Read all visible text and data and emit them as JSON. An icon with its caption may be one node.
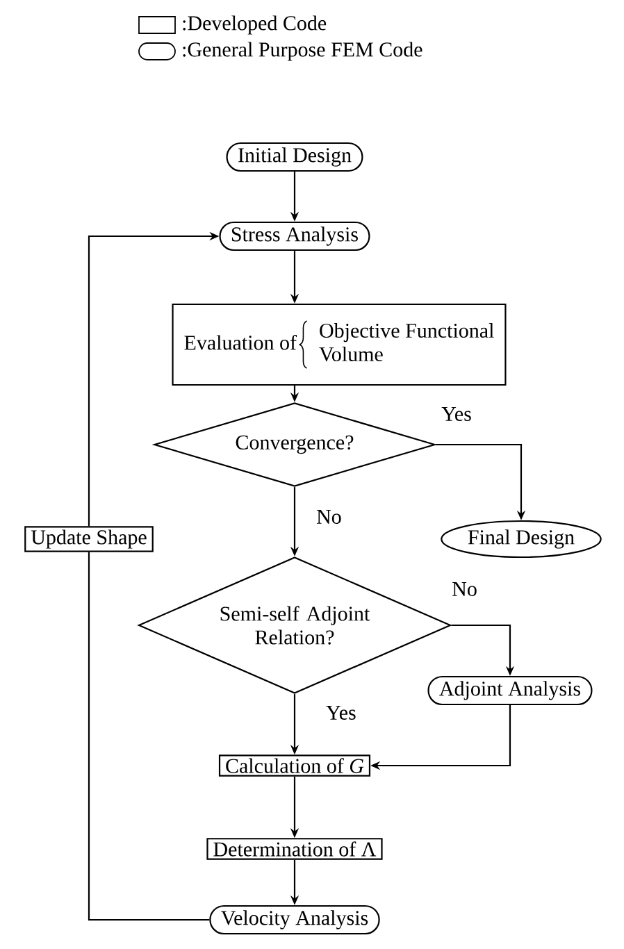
{
  "diagram": {
    "nodes": [
      {
        "text": [
          "Initial Design"
        ]
      },
      {
        "text": [
          "Stress Analysis"
        ]
      },
      {
        "text": [
          "Evaluation of",
          "Objective Functional",
          "Volume"
        ]
      },
      {
        "text": [
          "Convergence?"
        ]
      },
      {
        "text": [
          "Final Design"
        ]
      },
      {
        "text": [
          "Update Shape"
        ]
      },
      {
        "text": [
          "Semi-self Adjoint Relation?"
        ]
      },
      {
        "text": [
          "Adjoint Analysis"
        ]
      },
      {
        "text": [
          "Calculation of *G*"
        ]
      },
      {
        "text": [
          "Determination of Λ"
        ]
      },
      {
        "text": [
          "Velocity Analysis"
        ]
      }
    ],
    "edges": [
      {
        "from": 0,
        "to": 1,
        "arrow": "to"
      },
      {
        "from": 1,
        "to": 2,
        "arrow": "to"
      },
      {
        "from": 2,
        "to": 3,
        "arrow": "to"
      },
      {
        "from": 3,
        "to": 4,
        "arrow": "to",
        "label": "Yes"
      },
      {
        "from": 3,
        "to": 6,
        "arrow": "to",
        "label": "No"
      },
      {
        "from": 6,
        "to": 7,
        "arrow": "to",
        "label": "No"
      },
      {
        "from": 6,
        "to": 8,
        "arrow": "to",
        "label": "Yes"
      },
      {
        "from": 7,
        "to": 8,
        "arrow": "to"
      },
      {
        "from": 8,
        "to": 9,
        "arrow": "to"
      },
      {
        "from": 9,
        "to": 10,
        "arrow": "to"
      },
      {
        "from": 10,
        "to": 5,
        "arrow": "none"
      },
      {
        "from": 5,
        "to": 1,
        "arrow": "to"
      }
    ],
    "legend": [
      {
        "text": ":Developed Code"
      },
      {
        "text": ":General Purpose FEM Code"
      }
    ]
  }
}
